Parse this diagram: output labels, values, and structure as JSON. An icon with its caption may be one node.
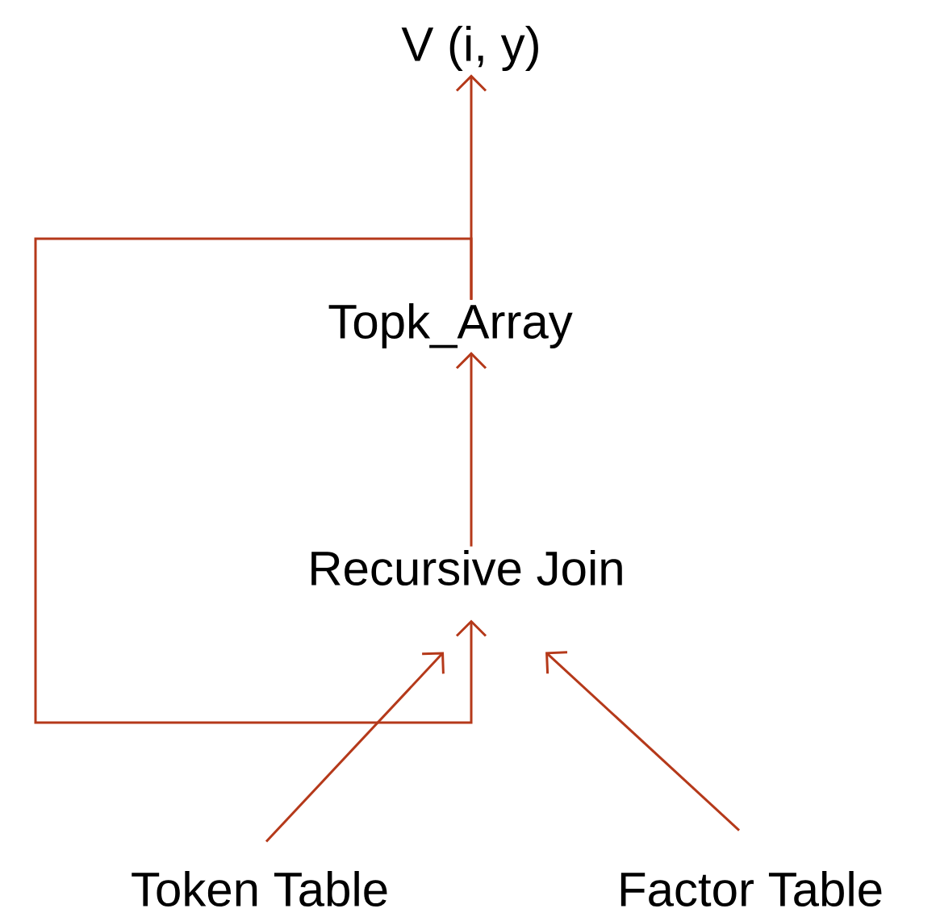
{
  "diagram": {
    "nodes": [
      {
        "text": [
          "V (i, y)"
        ]
      },
      {
        "text": [
          "Topk_Array"
        ]
      },
      {
        "text": [
          "Recursive Join"
        ]
      },
      {
        "text": [
          "Token Table"
        ]
      },
      {
        "text": [
          "Factor Table"
        ]
      }
    ],
    "edges": [
      {
        "from": 1,
        "to": 0,
        "arrow": "to"
      },
      {
        "from": 2,
        "to": 1,
        "arrow": "to"
      },
      {
        "from": 1,
        "to": 2,
        "arrow": "to"
      },
      {
        "from": 3,
        "to": 2,
        "arrow": "to"
      },
      {
        "from": 4,
        "to": 2,
        "arrow": "to"
      }
    ]
  }
}
